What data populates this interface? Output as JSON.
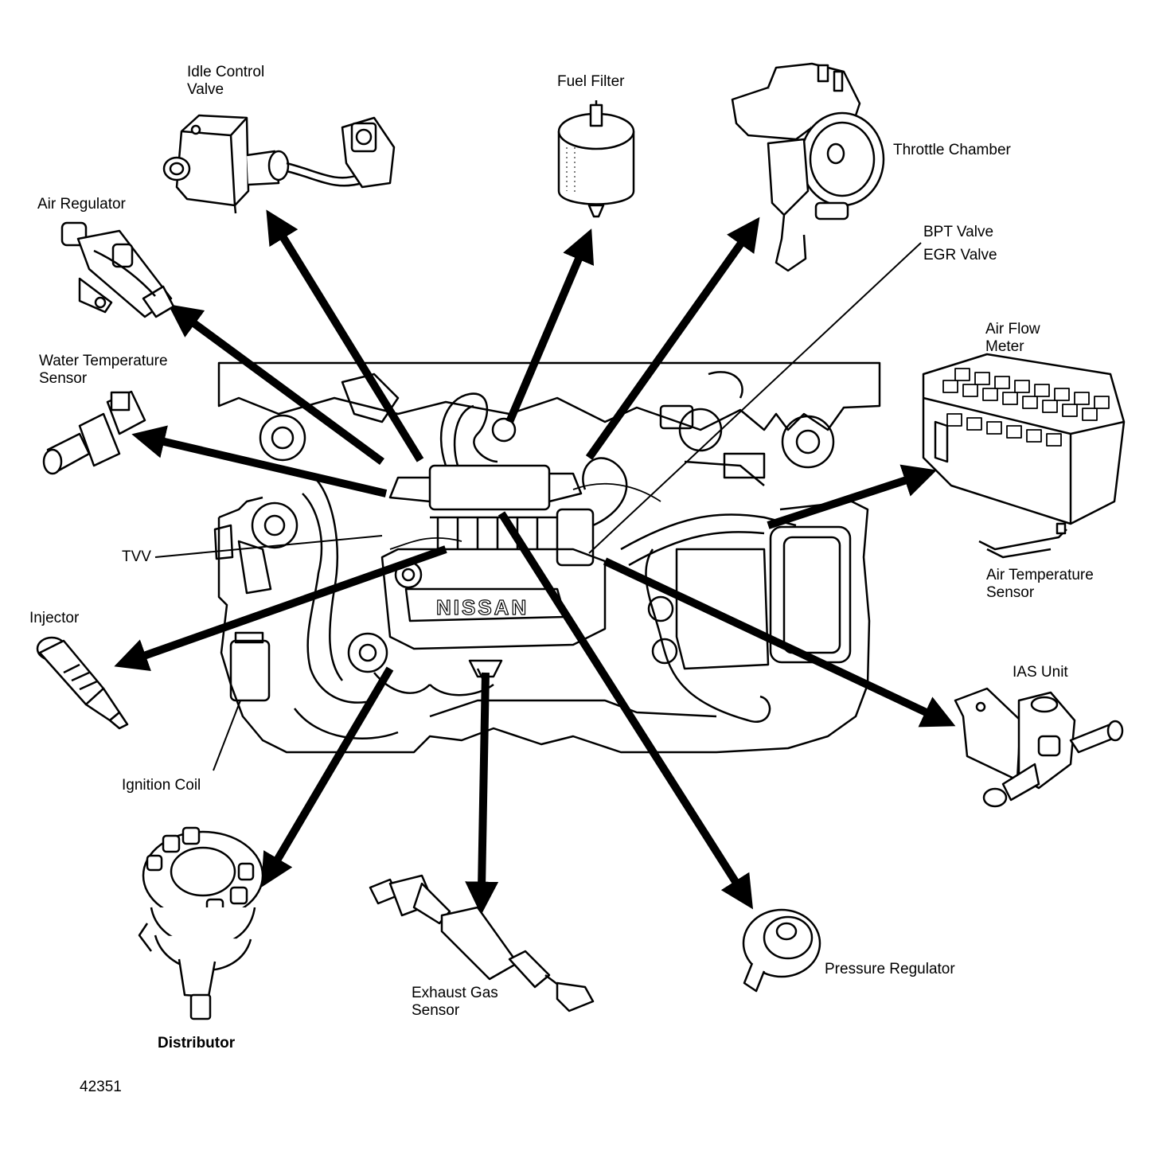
{
  "colors": {
    "ink": "#000000",
    "paper": "#ffffff"
  },
  "labels": {
    "idle_control_valve": "Idle Control\nValve",
    "fuel_filter": "Fuel Filter",
    "throttle_chamber": "Throttle Chamber",
    "air_regulator": "Air Regulator",
    "bpt_valve": "BPT Valve",
    "egr_valve": "EGR Valve",
    "air_flow_meter": "Air Flow\nMeter",
    "water_temperature_sensor": "Water Temperature\nSensor",
    "air_temperature_sensor": "Air Temperature\nSensor",
    "tvv": "TVV",
    "injector": "Injector",
    "ias_unit": "IAS Unit",
    "ignition_coil": "Ignition Coil",
    "distributor": "Distributor",
    "exhaust_gas_sensor": "Exhaust Gas\nSensor",
    "pressure_regulator": "Pressure Regulator",
    "engine_brand": "NISSAN"
  },
  "figure_number": "42351"
}
